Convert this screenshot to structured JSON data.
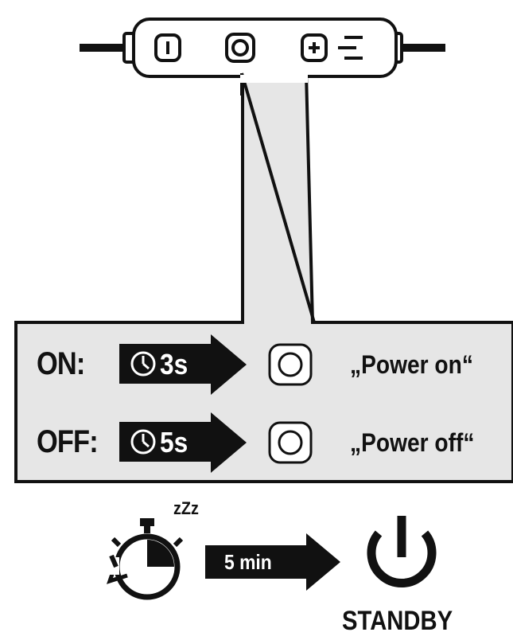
{
  "remote": {
    "buttons": [
      "power-button",
      "multifunction-button",
      "volume-button"
    ]
  },
  "rows": [
    {
      "label": "ON:",
      "duration": "3s",
      "voice": "„Power on“"
    },
    {
      "label": "OFF:",
      "duration": "5s",
      "voice": "„Power off“"
    }
  ],
  "standby": {
    "sleep_text": "zZz",
    "duration": "5 min",
    "label": "STANDBY"
  }
}
